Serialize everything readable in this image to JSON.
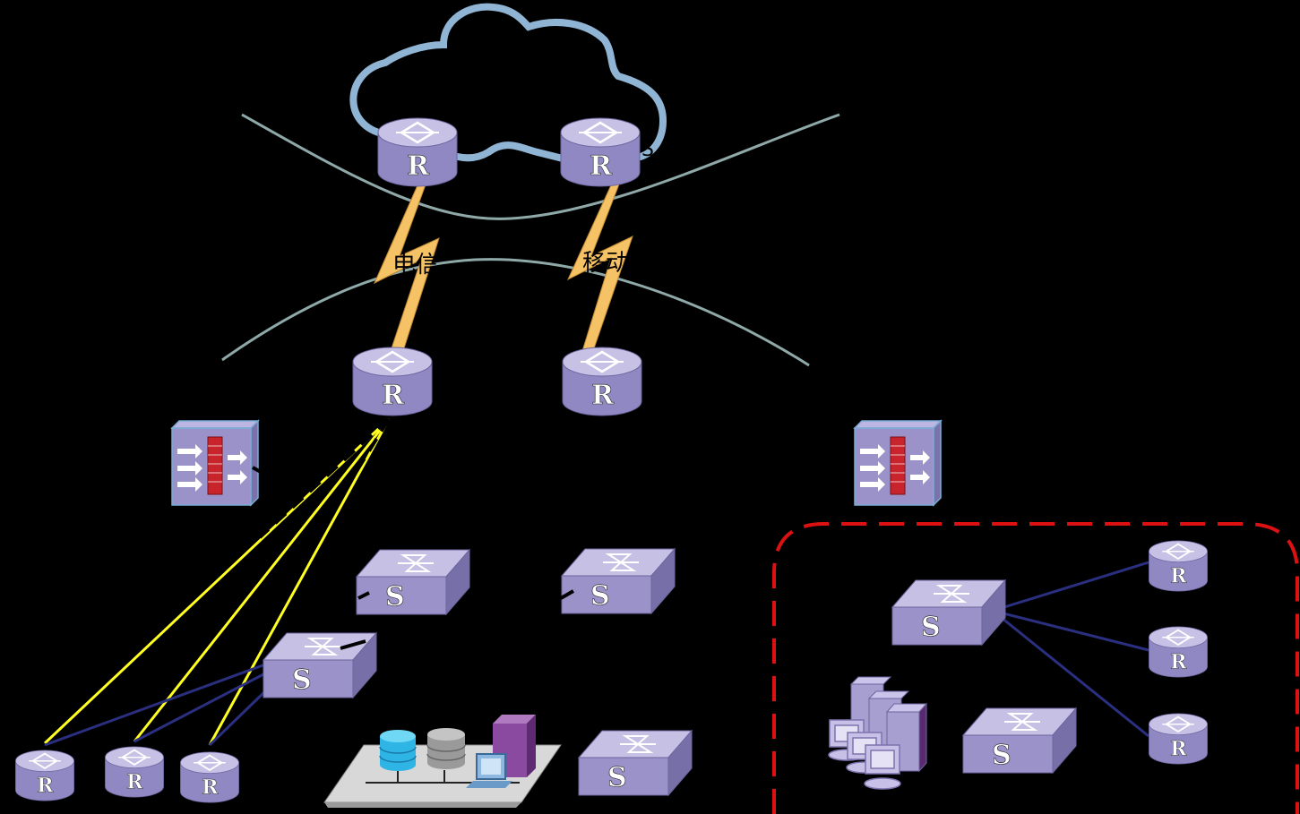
{
  "diagram": {
    "cloud_label": "",
    "isp_label_fragment": "S",
    "carrier_1_label": "电信",
    "carrier_2_label": "移动",
    "device_letters": {
      "router": "R",
      "switch": "S"
    },
    "colors": {
      "background": "#000000",
      "device_body": "#9b93c8",
      "device_top": "#c9c3e6",
      "cloud_stroke": "#8fb4d4",
      "boundary_curve": "#8fa9a8",
      "lightning": "#f6c266",
      "yellow_link": "#ffff22",
      "blue_link": "#2a2f80",
      "dashed_region": "#dd1111"
    }
  }
}
